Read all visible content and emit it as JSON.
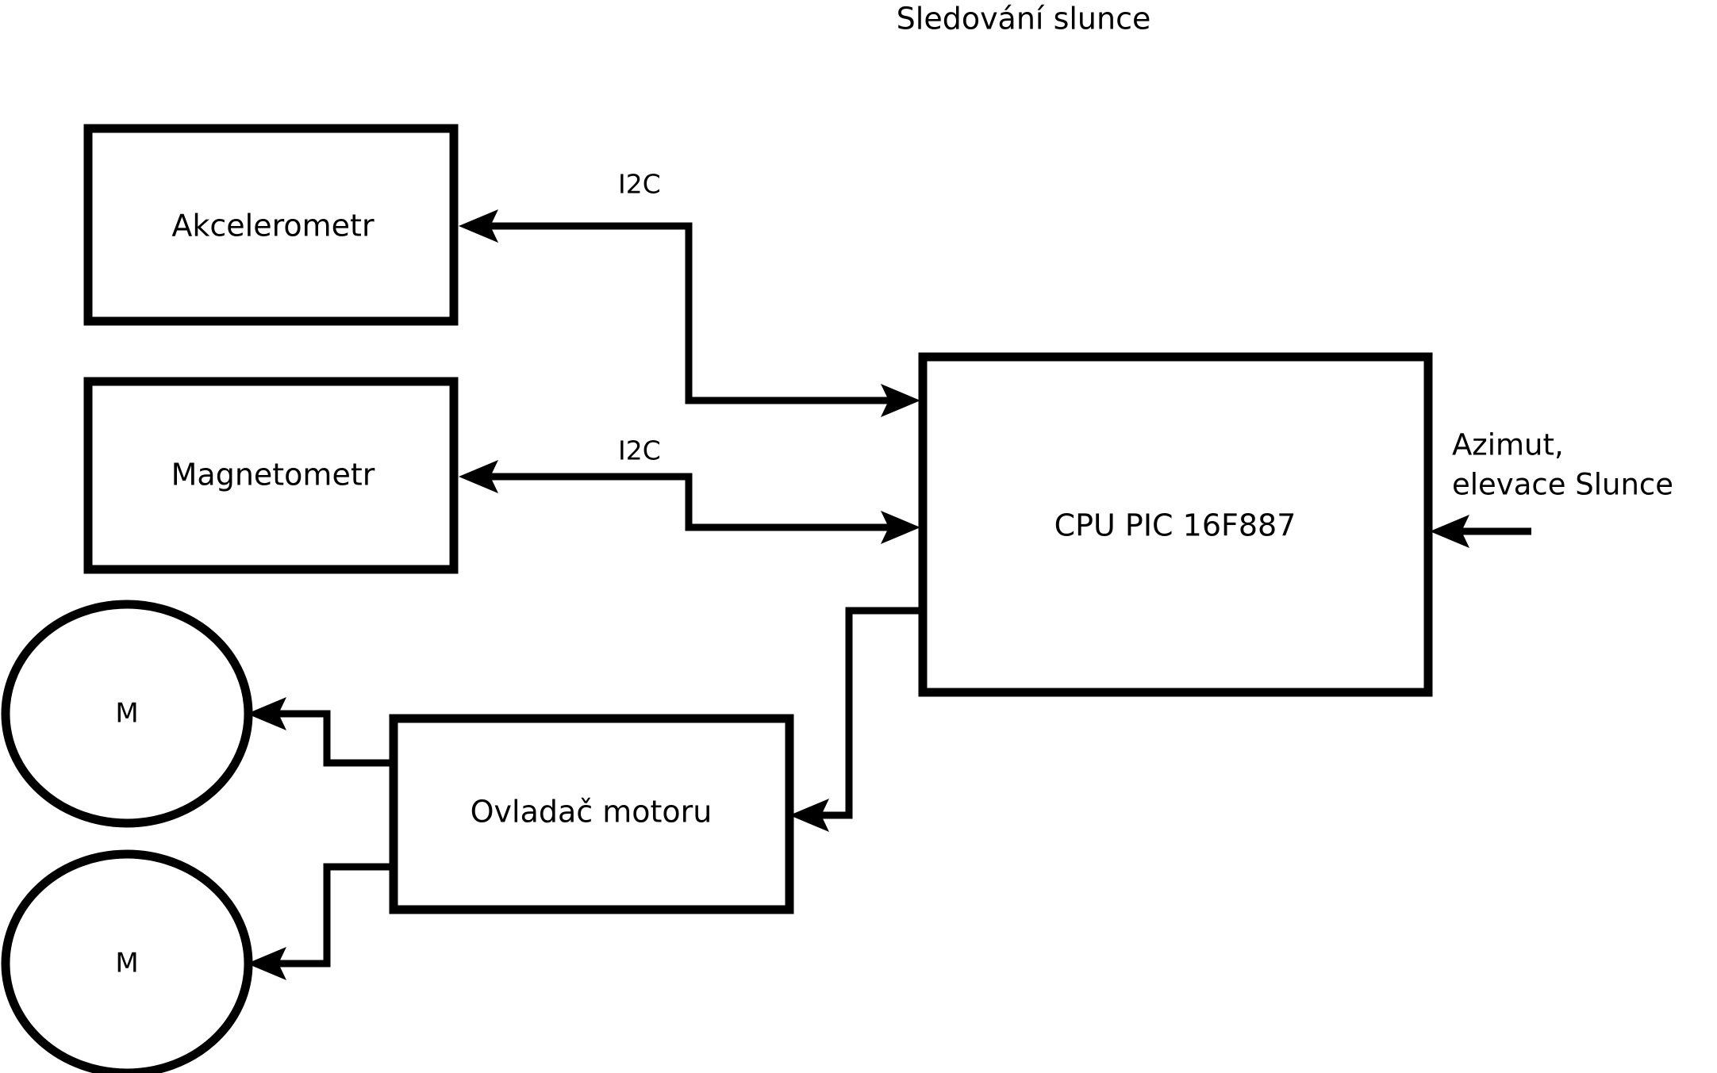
{
  "diagram": {
    "title": "Sledování slunce",
    "nodes": [
      {
        "id": "accelerometer",
        "label": "Akcelerometr",
        "shape": "rectangle"
      },
      {
        "id": "magnetometer",
        "label": "Magnetometr",
        "shape": "rectangle"
      },
      {
        "id": "cpu",
        "label": "CPU PIC 16F887",
        "shape": "rectangle"
      },
      {
        "id": "motor-driver",
        "label": "Ovladač motoru",
        "shape": "rectangle"
      },
      {
        "id": "motor-top",
        "label": "M",
        "shape": "ellipse"
      },
      {
        "id": "motor-bottom",
        "label": "M",
        "shape": "ellipse"
      }
    ],
    "edge_labels": {
      "i2c_accelerometer": "I2C",
      "i2c_magnetometer": "I2C"
    },
    "external_input": {
      "line1": "Azimut,",
      "line2": "elevace Slunce"
    },
    "colors": {
      "stroke": "#000000",
      "fill": "#ffffff",
      "background": "#ffffff"
    }
  }
}
